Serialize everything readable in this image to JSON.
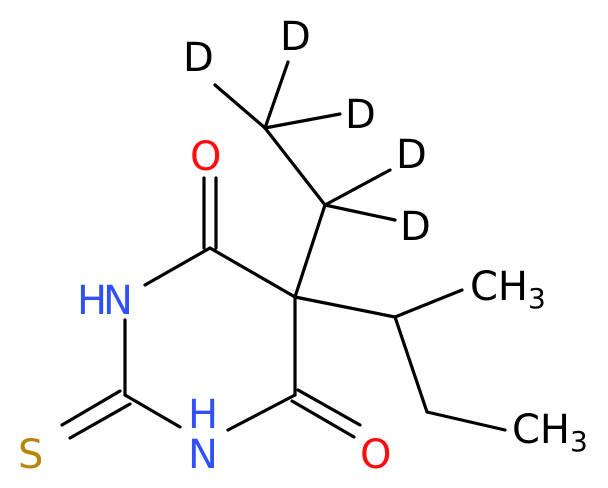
{
  "colors": {
    "bond": "#000000",
    "nitrogen": "#3050F8",
    "oxygen": "#FF0D0D",
    "sulfur": "#B8860B",
    "carbon": "#000000",
    "deuterium": "#000000"
  },
  "atoms": {
    "o_top": "O",
    "o_bottom": "O",
    "n_top": "H",
    "n_top_n": "N",
    "n_bottom_h": "H",
    "n_bottom_n": "N",
    "sulfur": "S",
    "ch3_upper": "CH",
    "ch3_upper_sub": "3",
    "ch3_lower": "CH",
    "ch3_lower_sub": "3",
    "d1": "D",
    "d2": "D",
    "d3": "D",
    "d4": "D",
    "d5": "D"
  }
}
